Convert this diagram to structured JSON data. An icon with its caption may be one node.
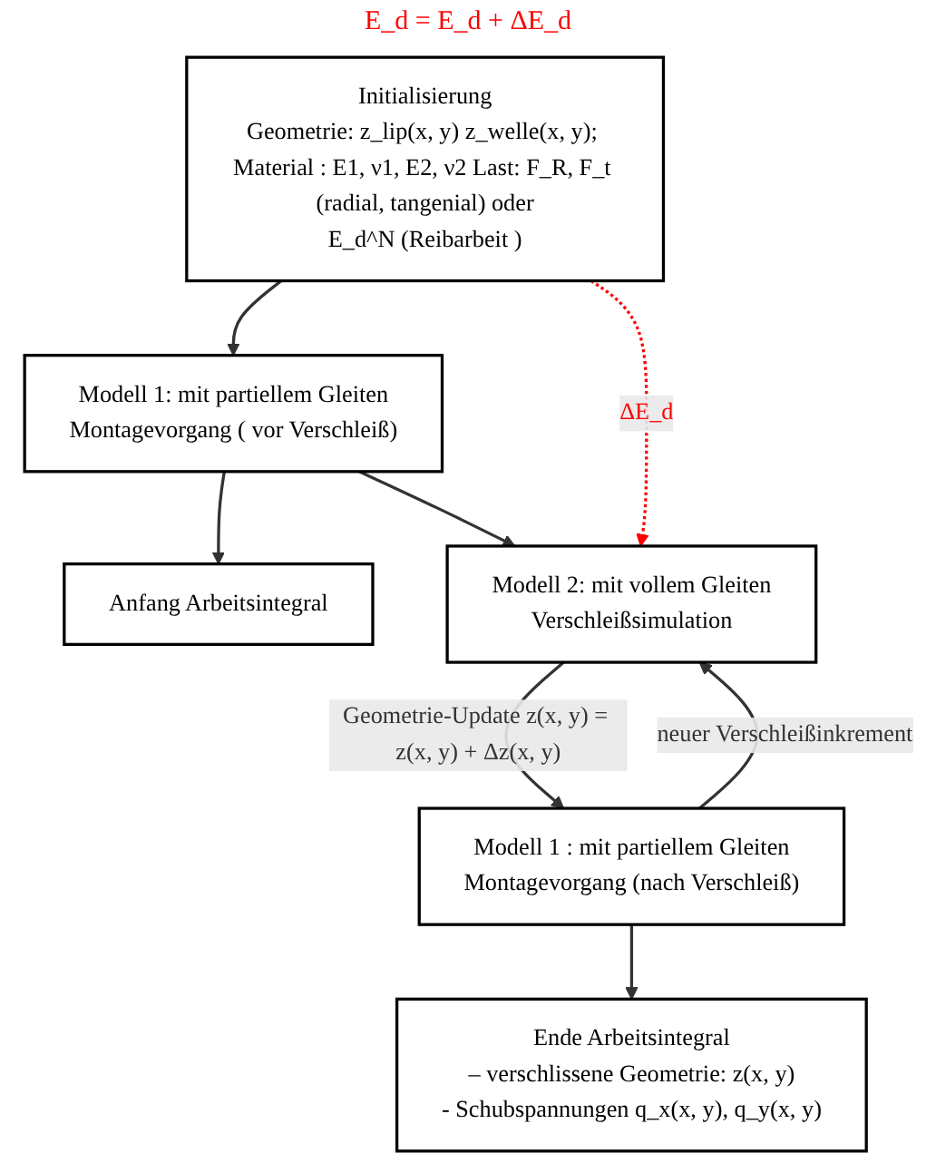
{
  "diagram": {
    "nodes": [
      {
        "text": [
          "Initialisierung",
          "Geometrie: z_lip(x, y) z_welle(x, y); Material : E1, ν1, E2, ν2 Last: F_R, F_t (radial, tangenial) oder",
          "E_d^N (Reibarbeit )"
        ]
      },
      {
        "text": [
          "Modell 1: mit partiellem Gleiten",
          "Montagevorgang ( vor Verschleiß)"
        ]
      },
      {
        "text": [
          "Anfang Arbeitsintegral"
        ]
      },
      {
        "text": [
          "Modell 2: mit vollem Gleiten",
          "Verschleißsimulation"
        ]
      },
      {
        "text": [
          "Modell 1 : mit partiellem Gleiten",
          "Montagevorgang (nach Verschleiß)"
        ]
      },
      {
        "text": [
          "Ende Arbeitsintegral",
          "– verschlissene Geometrie: z(x, y)",
          "- Schubspannungen q_x(x, y), q_y(x, y)"
        ]
      }
    ],
    "edges": [
      {
        "from": 0,
        "to": 1,
        "arrow": "to"
      },
      {
        "from": 1,
        "to": 2,
        "arrow": "to"
      },
      {
        "from": 1,
        "to": 3,
        "arrow": "to"
      },
      {
        "from": 3,
        "to": 4,
        "arrow": "to",
        "label": "Geometrie-Update z(x, y) = z(x, y) + Δz(x, y)"
      },
      {
        "from": 4,
        "to": 5,
        "arrow": "to"
      },
      {
        "from": 4,
        "to": 3,
        "arrow": "to",
        "label": "neuer Verschleißinkrement"
      },
      {
        "from": 0,
        "to": 3,
        "arrow": "to",
        "label": "ΔE_d",
        "style": "dashed",
        "color": "#ff0000"
      }
    ],
    "labels": [
      "E_d = E_d + ΔE_d"
    ]
  }
}
